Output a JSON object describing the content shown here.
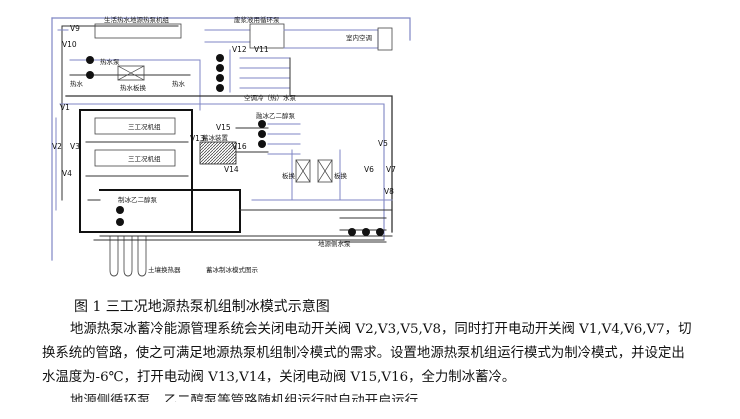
{
  "figure": {
    "labels": {
      "hot_water_unit": "生活热水地源热泵机组",
      "waste_heat": "废浆液用循环泵",
      "indoor_ac": "室内空调",
      "hot_water_pump": "热水泵",
      "hot_water_heat_exchanger": "热水板换",
      "hot_water_left": "热水",
      "hot_water_right": "热水",
      "ac_pump": "空调冷（热）水泵",
      "condition_unit_1": "三工况机组",
      "condition_unit_2": "三工况机组",
      "ice_storage": "蓄冰装置",
      "glycol_pump_top": "融冰乙二醇泵",
      "glycol_pump_bottom": "制冰乙二醇泵",
      "plate_hx_1": "板换",
      "plate_hx_2": "板换",
      "ground_pump": "地源侧水泵",
      "ground_hx": "土壤换热器",
      "mode_note": "蓄冰制冰模式图示"
    },
    "valves": [
      "V9",
      "V10",
      "V12",
      "V11",
      "V1",
      "V2",
      "V3",
      "V4",
      "V13",
      "V15",
      "V16",
      "V14",
      "V5",
      "V6",
      "V7",
      "V8"
    ]
  },
  "caption": "图 1  三工况地源热泵机组制冰模式示意图",
  "paragraph": "地源热泵冰蓄冷能源管理系统会关闭电动开关阀 V2,V3,V5,V8，同时打开电动开关阀 V1,V4,V6,V7，切换系统的管路，使之可满足地源热泵机组制冷模式的需求。设置地源热泵机组运行模式为制冷模式，并设定出水温度为-6℃，打开电动阀 V13,V14，关闭电动阀 V15,V16，全力制冰蓄冷。",
  "next_line_partial": "地源侧循环泵、乙二醇泵等管路随机组运行时自动开启运行"
}
